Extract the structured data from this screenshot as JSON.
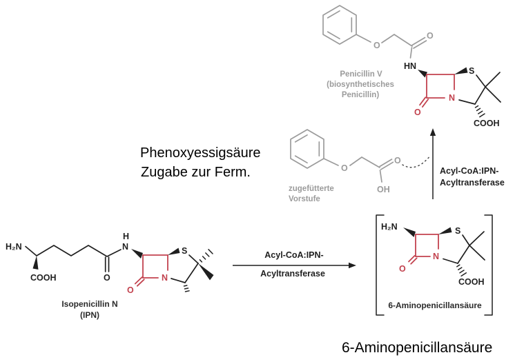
{
  "colors": {
    "structure_red": "#c2424e",
    "structure_gray": "#9b9b9b",
    "structure_black": "#1f1f1f"
  },
  "annotations": {
    "phenoxy_add_line1": "Phenoxyessigsäure",
    "phenoxy_add_line2": "Zugabe zur Ferm.",
    "product_bottom": "6-Aminopenicillansäure"
  },
  "molecules": {
    "penicillin_v": {
      "name_line1": "Penicillin V",
      "name_line2": "(biosynthetisches",
      "name_line3": "Penicillin)"
    },
    "precursor": {
      "label_line1": "zugefütterte",
      "label_line2": "Vorstufe"
    },
    "isopenicillin_n": {
      "name_line1": "Isopenicillin N",
      "name_line2": "(IPN)"
    },
    "six_apa": {
      "name": "6-Aminopenicillansäure"
    }
  },
  "enzymes": {
    "horizontal_arrow_line1": "Acyl-CoA:IPN-",
    "horizontal_arrow_line2": "Acyltransferase",
    "vertical_arrow_line1": "Acyl-CoA:IPN-",
    "vertical_arrow_line2": "Acyltransferase"
  },
  "atoms": {
    "h2n": "H₂N",
    "cooh": "COOH",
    "oh": "OH",
    "o": "O",
    "s": "S",
    "n": "N",
    "hn": "HN",
    "h": "H"
  }
}
